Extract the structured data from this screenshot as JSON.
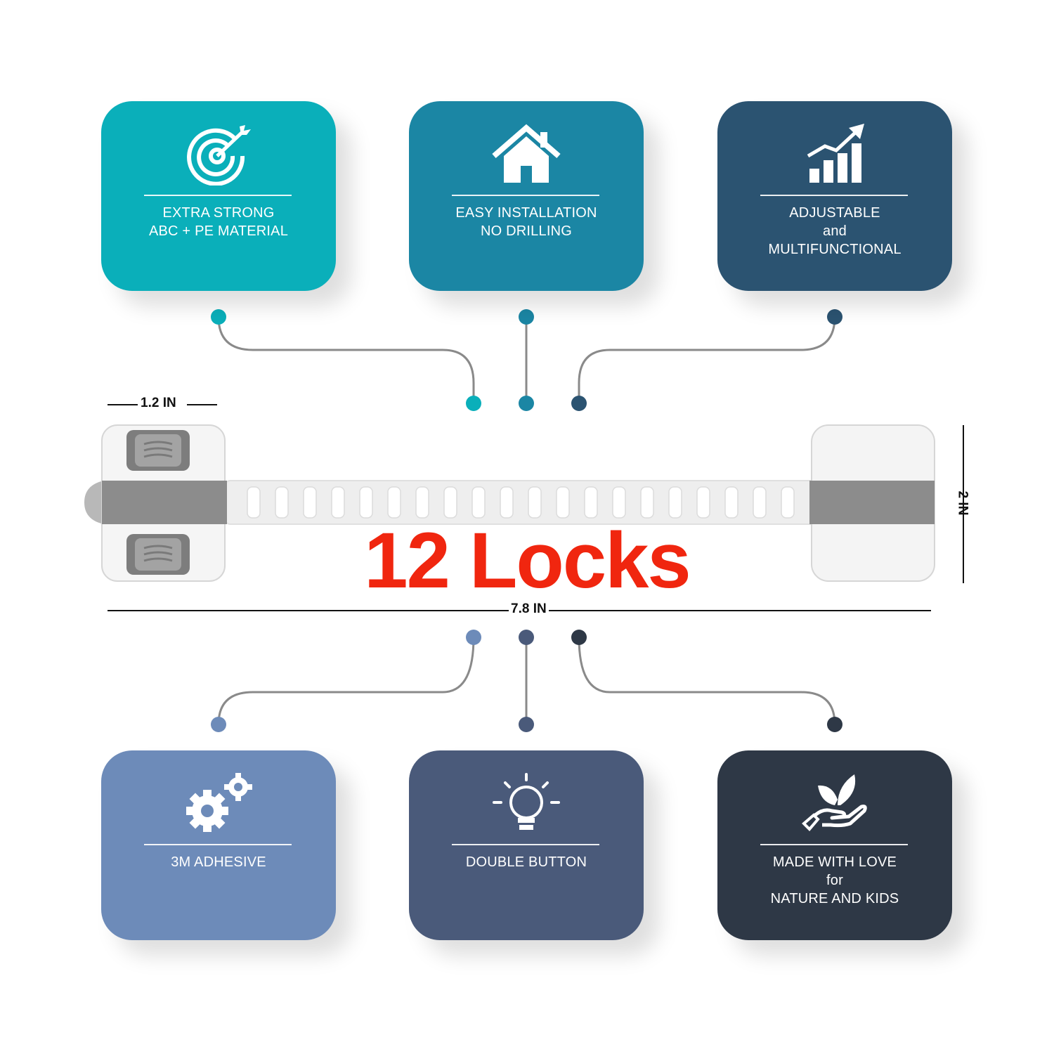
{
  "features_top": [
    {
      "label_lines": [
        "EXTRA STRONG",
        "ABC + PE MATERIAL"
      ],
      "icon": "target-icon",
      "color": "#0aafba"
    },
    {
      "label_lines": [
        "EASY INSTALLATION",
        "NO DRILLING"
      ],
      "icon": "house-icon",
      "color": "#1b86a4"
    },
    {
      "label_lines": [
        "ADJUSTABLE",
        "and",
        "MULTIFUNCTIONAL"
      ],
      "icon": "growth-chart-icon",
      "color": "#2b5371"
    }
  ],
  "features_bottom": [
    {
      "label_lines": [
        "3M ADHESIVE"
      ],
      "icon": "gears-icon",
      "color": "#6d8bb9"
    },
    {
      "label_lines": [
        "DOUBLE BUTTON"
      ],
      "icon": "lightbulb-icon",
      "color": "#4a5a7a"
    },
    {
      "label_lines": [
        "MADE WITH LOVE",
        "for",
        "NATURE AND KIDS"
      ],
      "icon": "hand-leaf-icon",
      "color": "#2e3846"
    }
  ],
  "product": {
    "headline": "12 Locks",
    "headline_color": "#f0260f",
    "dimensions": {
      "width": "1.2 IN",
      "height": "2 IN",
      "length": "7.8 IN"
    }
  }
}
